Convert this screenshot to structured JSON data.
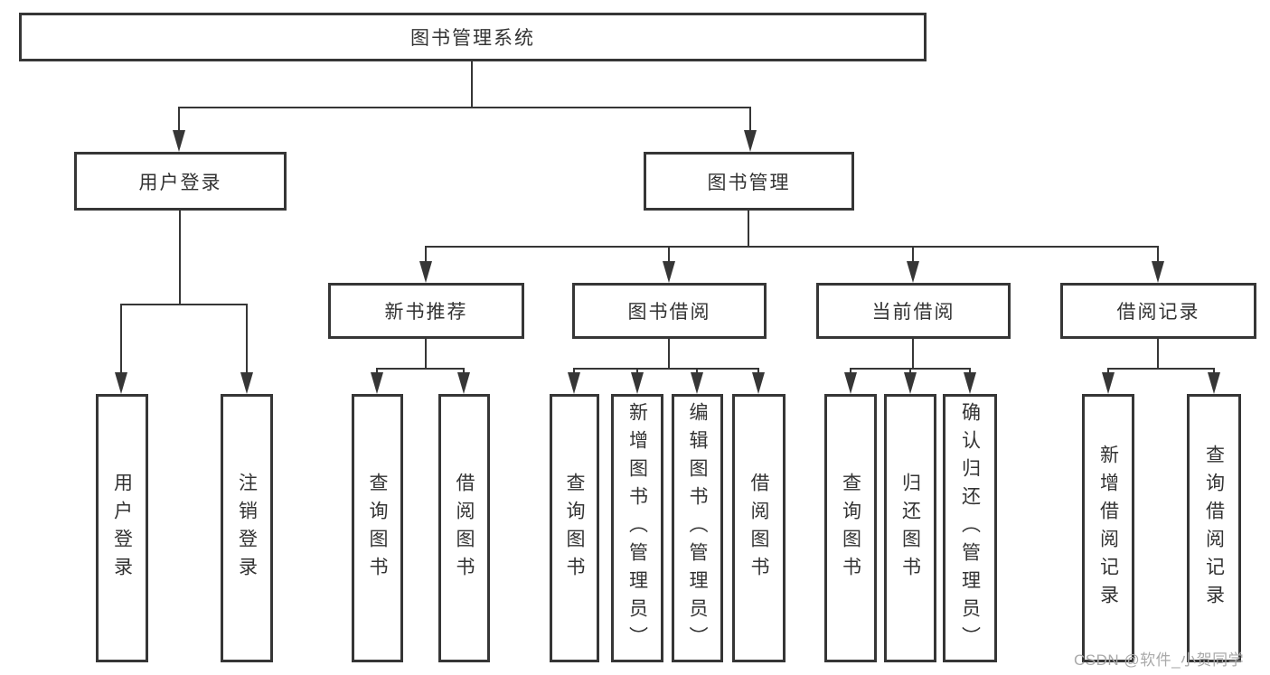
{
  "diagram": {
    "root": {
      "label": "图书管理系统"
    },
    "level2": [
      {
        "label": "用户登录"
      },
      {
        "label": "图书管理"
      }
    ],
    "level3": [
      {
        "label": "新书推荐"
      },
      {
        "label": "图书借阅"
      },
      {
        "label": "当前借阅"
      },
      {
        "label": "借阅记录"
      }
    ],
    "leaves": {
      "userLogin": [
        {
          "label": "用户登录"
        },
        {
          "label": "注销登录"
        }
      ],
      "newBookRec": [
        {
          "label": "查询图书"
        },
        {
          "label": "借阅图书"
        }
      ],
      "bookBorrow": [
        {
          "label": "查询图书"
        },
        {
          "label": "新增图书（管理员）"
        },
        {
          "label": "编辑图书（管理员）"
        },
        {
          "label": "借阅图书"
        }
      ],
      "currentBorrow": [
        {
          "label": "查询图书"
        },
        {
          "label": "归还图书"
        },
        {
          "label": "确认归还（管理员）"
        }
      ],
      "borrowRecords": [
        {
          "label": "新增借阅记录"
        },
        {
          "label": "查询借阅记录"
        }
      ]
    },
    "watermark": "CSDN @软件_小贺同学",
    "colors": {
      "line": "#363636",
      "text": "#333333",
      "watermark": "#a9a9a9",
      "background": "#ffffff"
    }
  }
}
